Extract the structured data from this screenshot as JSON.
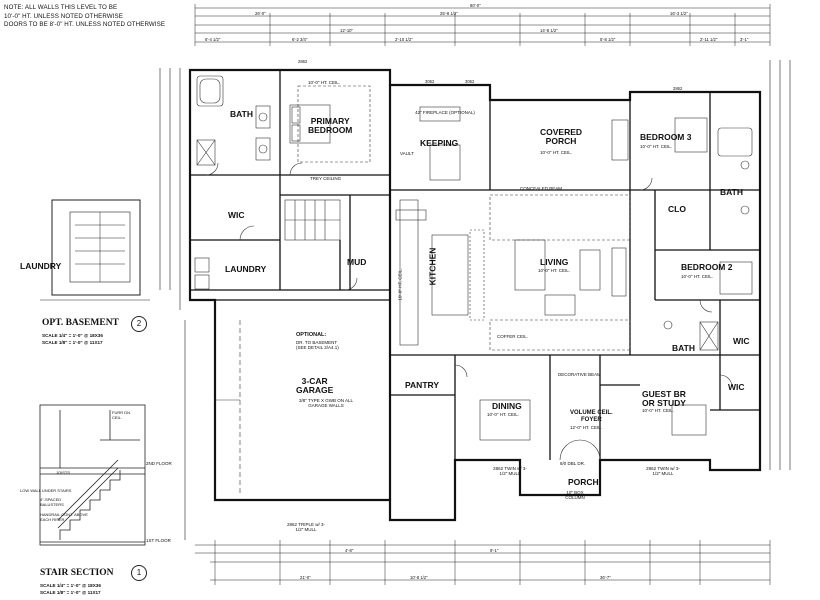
{
  "notes": [
    "NOTE: ALL WALLS THIS LEVEL TO BE",
    "10'-0\" HT. UNLESS NOTED OTHERWISE",
    "DOORS TO BE 8'-0\" HT. UNLESS NOTED OTHERWISE"
  ],
  "rooms": {
    "bath_primary": "BATH",
    "primary_bedroom": "PRIMARY\nBEDROOM",
    "keeping": "KEEPING",
    "covered_porch": "COVERED\nPORCH",
    "bedroom3": "BEDROOM 3",
    "bath3": "BATH",
    "clo": "CLO",
    "wic_primary": "WIC",
    "laundry": "LAUNDRY",
    "mud": "MUD",
    "kitchen": "KITCHEN",
    "living": "LIVING",
    "bedroom2": "BEDROOM 2",
    "bath2": "BATH",
    "wic2": "WIC",
    "wic_guest": "WIC",
    "garage": "3-CAR\nGARAGE",
    "pantry": "PANTRY",
    "dining": "DINING",
    "foyer": "VOLUME CEIL.\nFOYER",
    "guest": "GUEST BR\nOR STUDY",
    "porch": "PORCH",
    "laundry_basement": "LAUNDRY"
  },
  "room_notes": {
    "primary_ceil": "10'-0\" HT. CEIL.",
    "tray": "TREY CEILING",
    "keeping_ceil": "VAULT",
    "porch_ceil": "10'-0\" HT. CEIL.",
    "bed3_ceil": "10'-0\" HT. CEIL.",
    "bed2_ceil": "10'-0\" HT. CEIL.",
    "living_ceil": "10'-0\" HT. CEIL.",
    "kitchen_ceil": "10'-0\" HT. CEIL.",
    "dining_ceil": "10'-0\" HT. CEIL.",
    "guest_ceil": "10'-0\" HT. CEIL.",
    "foyer_ceil": "12'-0\" HT. CEIL.",
    "garage_note": "3/8\" TYPE X GWB ON ALL GARAGE WALLS",
    "optional": "OPTIONAL:",
    "optional_text": "DR. TO BASEMENT (SEE DETAIL 2/A4.1)",
    "fireplace": "42\" FIREPLACE (OPTIONAL)",
    "concealed_beam": "CONCEALED BEAM",
    "coffer": "COFFER CEIL.",
    "decorative_beam": "DECORATIVE BEAM",
    "porch_window": "2862 TWIN w/ 3-1/2\" MULL",
    "garage_door": "2862 TRIPLE w/ 3-1/2\" MULL",
    "column": "10\" BOX COLUMN",
    "dbl_dr": "8/0 DBL DR."
  },
  "details": {
    "basement_title": "OPT. BASEMENT",
    "basement_num": "2",
    "basement_scale_1": "SCALE 1/4\" = 1'-0\" @ 18X36",
    "basement_scale_2": "SCALE 1/8\" = 1'-0\" @ 11X17",
    "stair_title": "STAIR SECTION",
    "stair_num": "1",
    "stair_scale_1": "SCALE 1/4\" = 1'-0\" @ 18X36",
    "stair_scale_2": "SCALE 1/8\" = 1'-0\" @ 11X17",
    "floor2": "2ND FLOOR",
    "floor1": "1ST FLOOR",
    "joists": "JOISTS",
    "low_wall": "LOW WALL UNDER STAIRS",
    "balusters": "4\"-SPACED BALUSTERS",
    "handrail": "HANDRAIL CONT. ABOVE EACH RISER",
    "furr": "FURR DN. CEIL."
  },
  "dims": {
    "overall": "80'-0\"",
    "top_left": "26'-0\"",
    "top_mid": "25'-8 1/2\"",
    "top_right": "16'-3 1/2\"",
    "bottom_left": "21'-0\"",
    "bottom_mid": "10'-8 1/2\"",
    "bottom_right": "36'-7\"",
    "d1": "6'-4 1/2\"",
    "d2": "6'-2 3/4\"",
    "d3": "12'-10\"",
    "d4": "2'-10 1/2\"",
    "d5": "14'-8 1/2\"",
    "d6": "5'-8 1/2\"",
    "d7": "2'-11 1/2\"",
    "d8": "3'-1\"",
    "d9": "4'-8\"",
    "d10": "9'-1\"",
    "win1": "2862",
    "win2": "3062",
    "win3": "2862",
    "win4": "3062"
  }
}
